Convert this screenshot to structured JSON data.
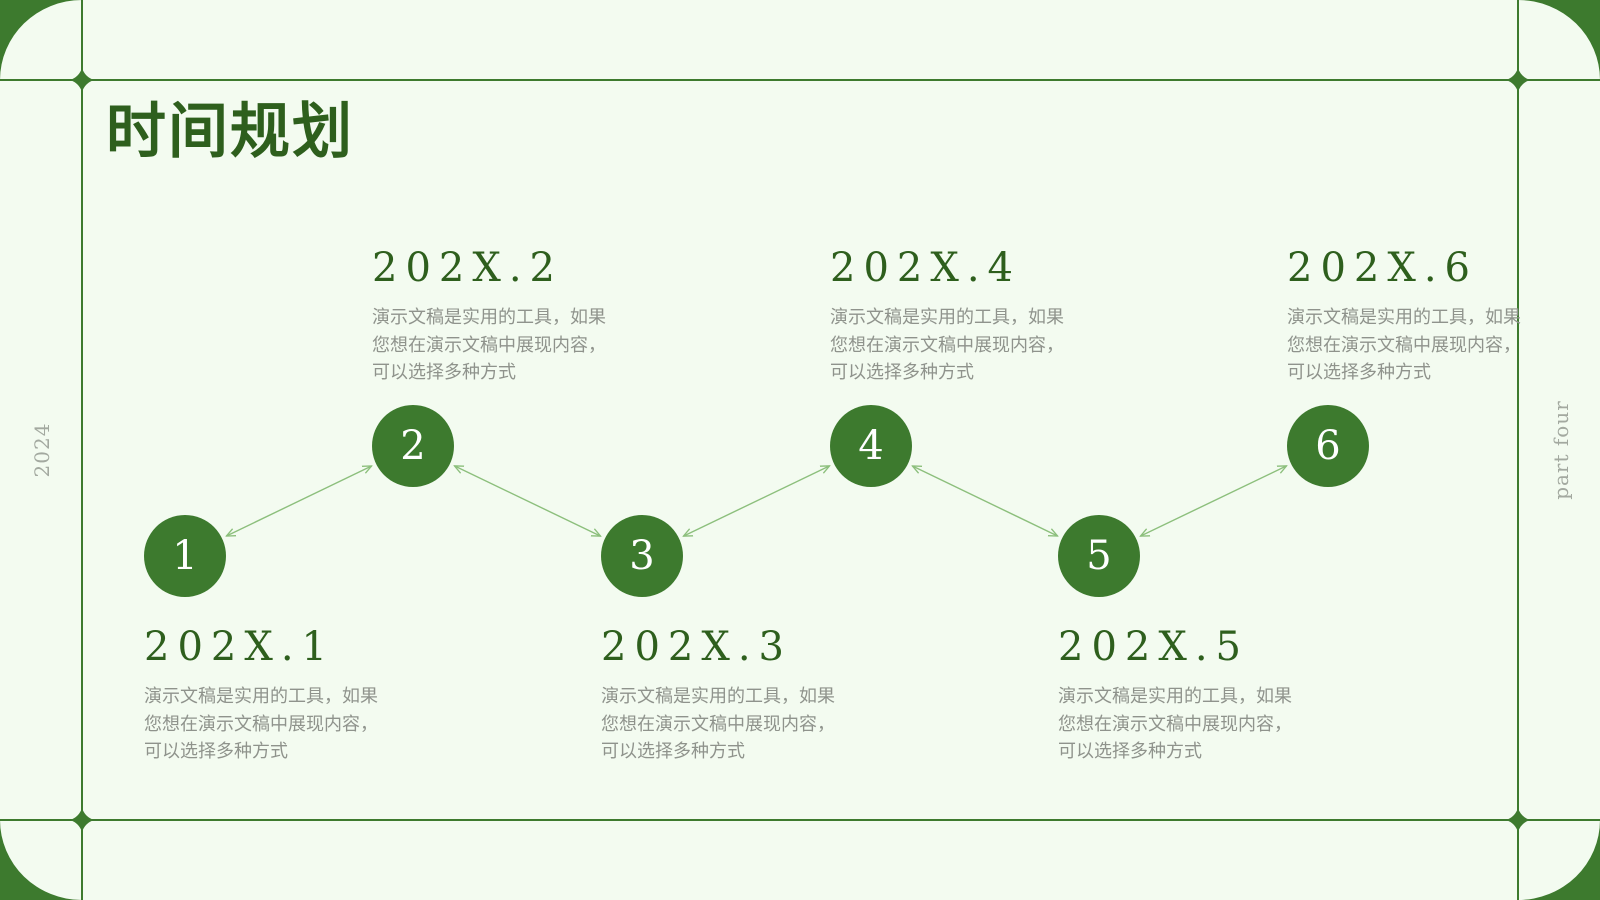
{
  "page": {
    "title": "时间规划",
    "side_left": "2024",
    "side_right": "part four"
  },
  "colors": {
    "accent": "#3d7a2e",
    "frame": "#3d7a2e",
    "connector": "#8cbf7c",
    "background": "#f3fbf0",
    "title": "#2e5f1d",
    "muted_text": "#8f938c"
  },
  "milestones": [
    {
      "number": "1",
      "date": "202X.1",
      "desc": "演示文稿是实用的工具，如果\n您想在演示文稿中展现内容，\n可以选择多种方式"
    },
    {
      "number": "2",
      "date": "202X.2",
      "desc": "演示文稿是实用的工具，如果\n您想在演示文稿中展现内容，\n可以选择多种方式"
    },
    {
      "number": "3",
      "date": "202X.3",
      "desc": "演示文稿是实用的工具，如果\n您想在演示文稿中展现内容，\n可以选择多种方式"
    },
    {
      "number": "4",
      "date": "202X.4",
      "desc": "演示文稿是实用的工具，如果\n您想在演示文稿中展现内容，\n可以选择多种方式"
    },
    {
      "number": "5",
      "date": "202X.5",
      "desc": "演示文稿是实用的工具，如果\n您想在演示文稿中展现内容，\n可以选择多种方式"
    },
    {
      "number": "6",
      "date": "202X.6",
      "desc": "演示文稿是实用的工具，如果\n您想在演示文稿中展现内容，\n可以选择多种方式"
    }
  ]
}
